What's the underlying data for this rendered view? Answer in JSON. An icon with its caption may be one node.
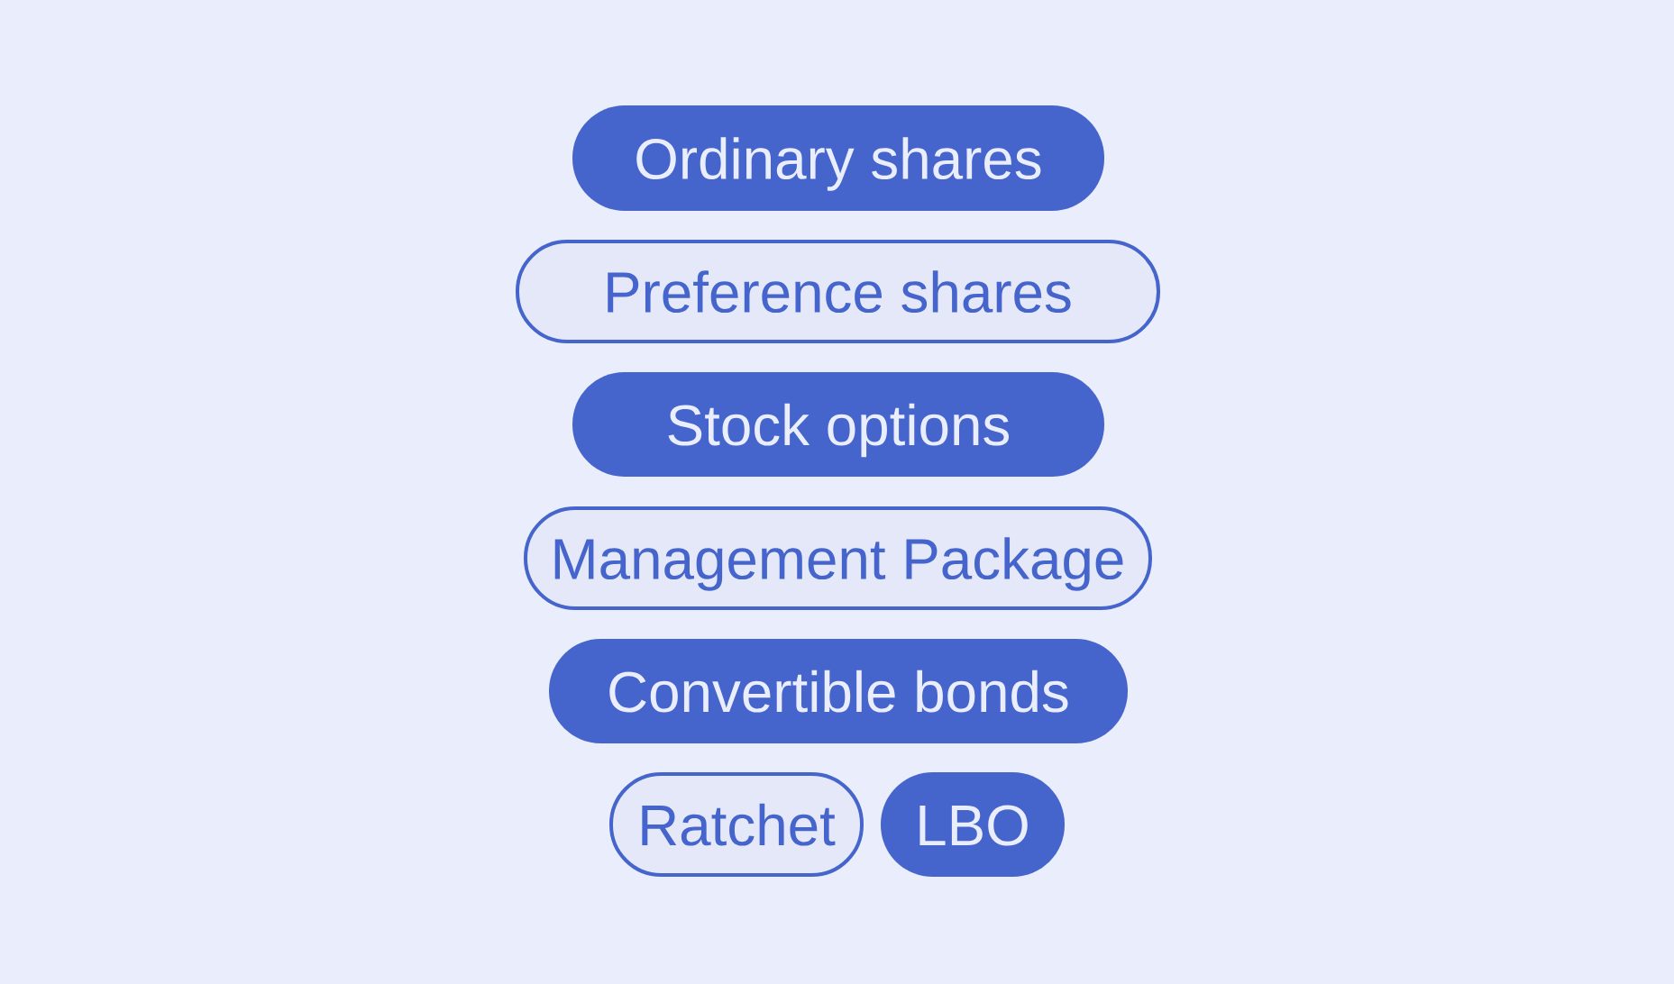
{
  "diagram": {
    "nodes": [
      {
        "text": [
          "Ordinary shares"
        ]
      },
      {
        "text": [
          "Preference shares"
        ]
      },
      {
        "text": [
          "Stock options"
        ]
      },
      {
        "text": [
          "Management Package"
        ]
      },
      {
        "text": [
          "Convertible bonds"
        ]
      },
      {
        "text": [
          "Ratchet"
        ]
      },
      {
        "text": [
          "LBO"
        ]
      }
    ]
  }
}
